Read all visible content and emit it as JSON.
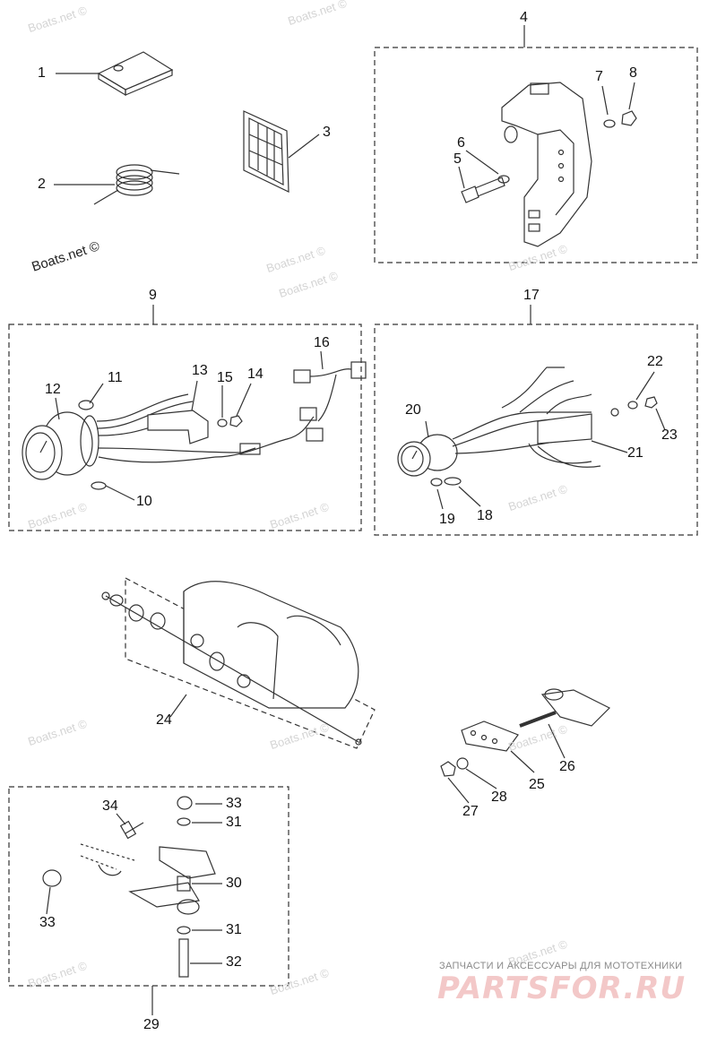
{
  "callouts": {
    "c1": "1",
    "c2": "2",
    "c3": "3",
    "c4": "4",
    "c5": "5",
    "c6": "6",
    "c7": "7",
    "c8": "8",
    "c9": "9",
    "c10": "10",
    "c11": "11",
    "c12": "12",
    "c13": "13",
    "c14": "14",
    "c15": "15",
    "c16": "16",
    "c17": "17",
    "c18": "18",
    "c19": "19",
    "c20": "20",
    "c21": "21",
    "c22": "22",
    "c23": "23",
    "c24": "24",
    "c25": "25",
    "c26": "26",
    "c27": "27",
    "c28": "28",
    "c29": "29",
    "c30": "30",
    "c31a": "31",
    "c31b": "31",
    "c32": "32",
    "c33a": "33",
    "c33b": "33",
    "c34": "34"
  },
  "watermark": {
    "text": "Boats.net ©"
  },
  "branding": {
    "tagline": "ЗАПЧАСТИ И АКСЕССУАРЫ ДЛЯ МОТОТЕХНИКИ",
    "logo": "PARTSFOR.RU"
  },
  "colors": {
    "line": "#333333",
    "dash": "#444444",
    "watermark": "#d4d4d4",
    "brand": "#f3c8c8"
  }
}
